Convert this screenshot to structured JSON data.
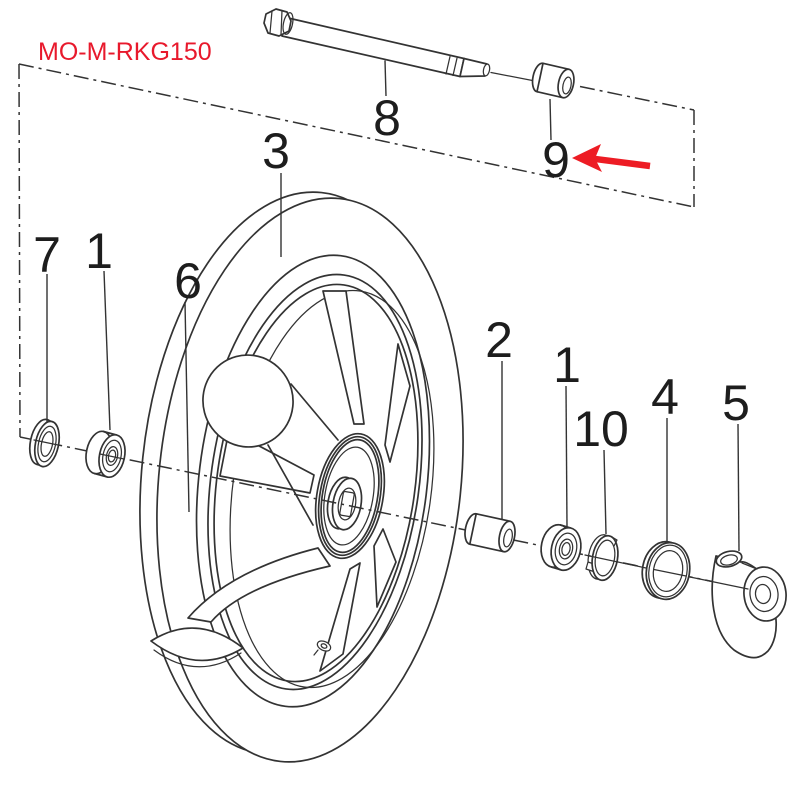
{
  "diagram": {
    "code_label": "MO-M-RKG150",
    "callouts": {
      "axle_bolt": "8",
      "wheel": "3",
      "axle_spacer": "9",
      "seal_left": "7",
      "bearing_left": "1",
      "hub": "6",
      "spacer_tube": "2",
      "bearing_right": "1",
      "lock_washer": "10",
      "seal_ring": "4",
      "speedo_drive": "5"
    },
    "arrow_points_to": "9",
    "colors": {
      "line": "#333333",
      "label": "#1d1d1d",
      "code_red": "#e8192c",
      "arrow_red": "#ed1c24",
      "background": "#ffffff"
    }
  }
}
